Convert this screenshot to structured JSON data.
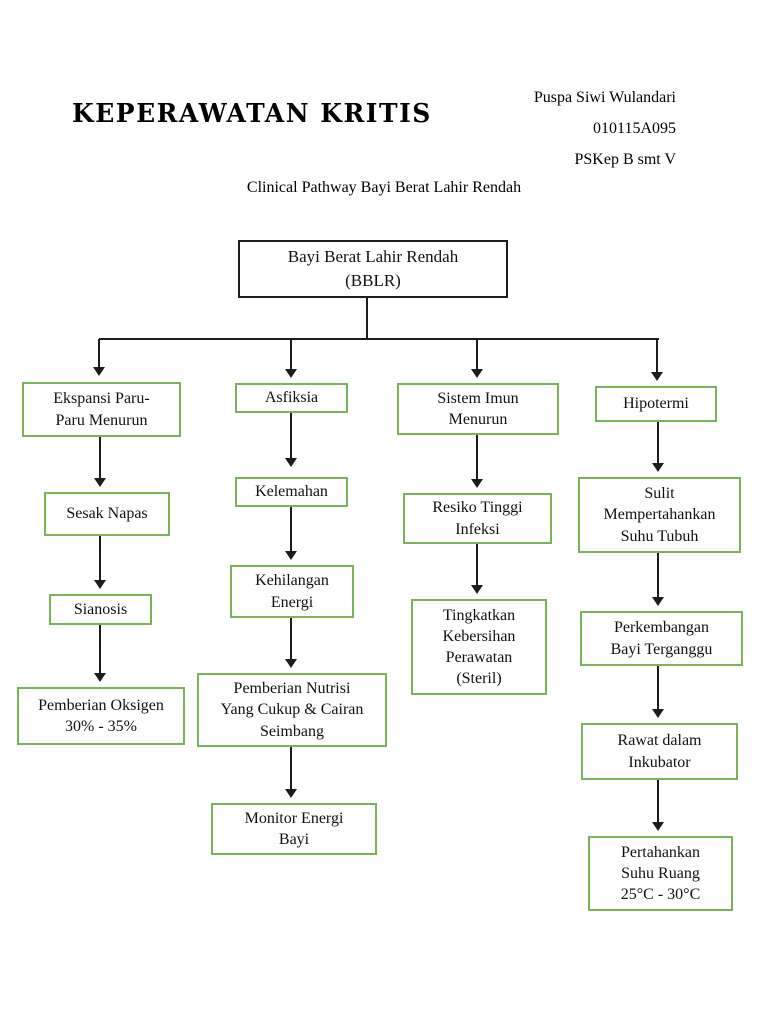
{
  "header": {
    "course_title": "KEPERAWATAN KRITIS",
    "author": "Puspa Siwi Wulandari",
    "student_id": "010115A095",
    "class_semester": "PSKep B smt V",
    "subtitle": "Clinical Pathway Bayi Berat Lahir Rendah"
  },
  "colors": {
    "node_border_green": "#7bb25a",
    "root_border": "#1d1d1d",
    "text": "#111111",
    "background": "#ffffff"
  },
  "flowchart": {
    "root": "Bayi Berat Lahir Rendah\n(BBLR)",
    "columns": [
      {
        "name": "ekspansi-paru",
        "nodes": [
          "Ekspansi Paru-\nParu Menurun",
          "Sesak Napas",
          "Sianosis",
          "Pemberian Oksigen\n30% - 35%"
        ]
      },
      {
        "name": "asfiksia",
        "nodes": [
          "Asfiksia",
          "Kelemahan",
          "Kehilangan\nEnergi",
          "Pemberian Nutrisi\nYang Cukup & Cairan\nSeimbang",
          "Monitor Energi\nBayi"
        ]
      },
      {
        "name": "sistem-imun",
        "nodes": [
          "Sistem Imun\nMenurun",
          "Resiko Tinggi\nInfeksi",
          "Tingkatkan\nKebersihan\nPerawatan\n(Steril)"
        ]
      },
      {
        "name": "hipotermi",
        "nodes": [
          "Hipotermi",
          "Sulit\nMempertahankan\nSuhu Tubuh",
          "Perkembangan\nBayi Terganggu",
          "Rawat dalam\nInkubator",
          "Pertahankan\nSuhu Ruang\n25°C - 30°C"
        ]
      }
    ]
  }
}
